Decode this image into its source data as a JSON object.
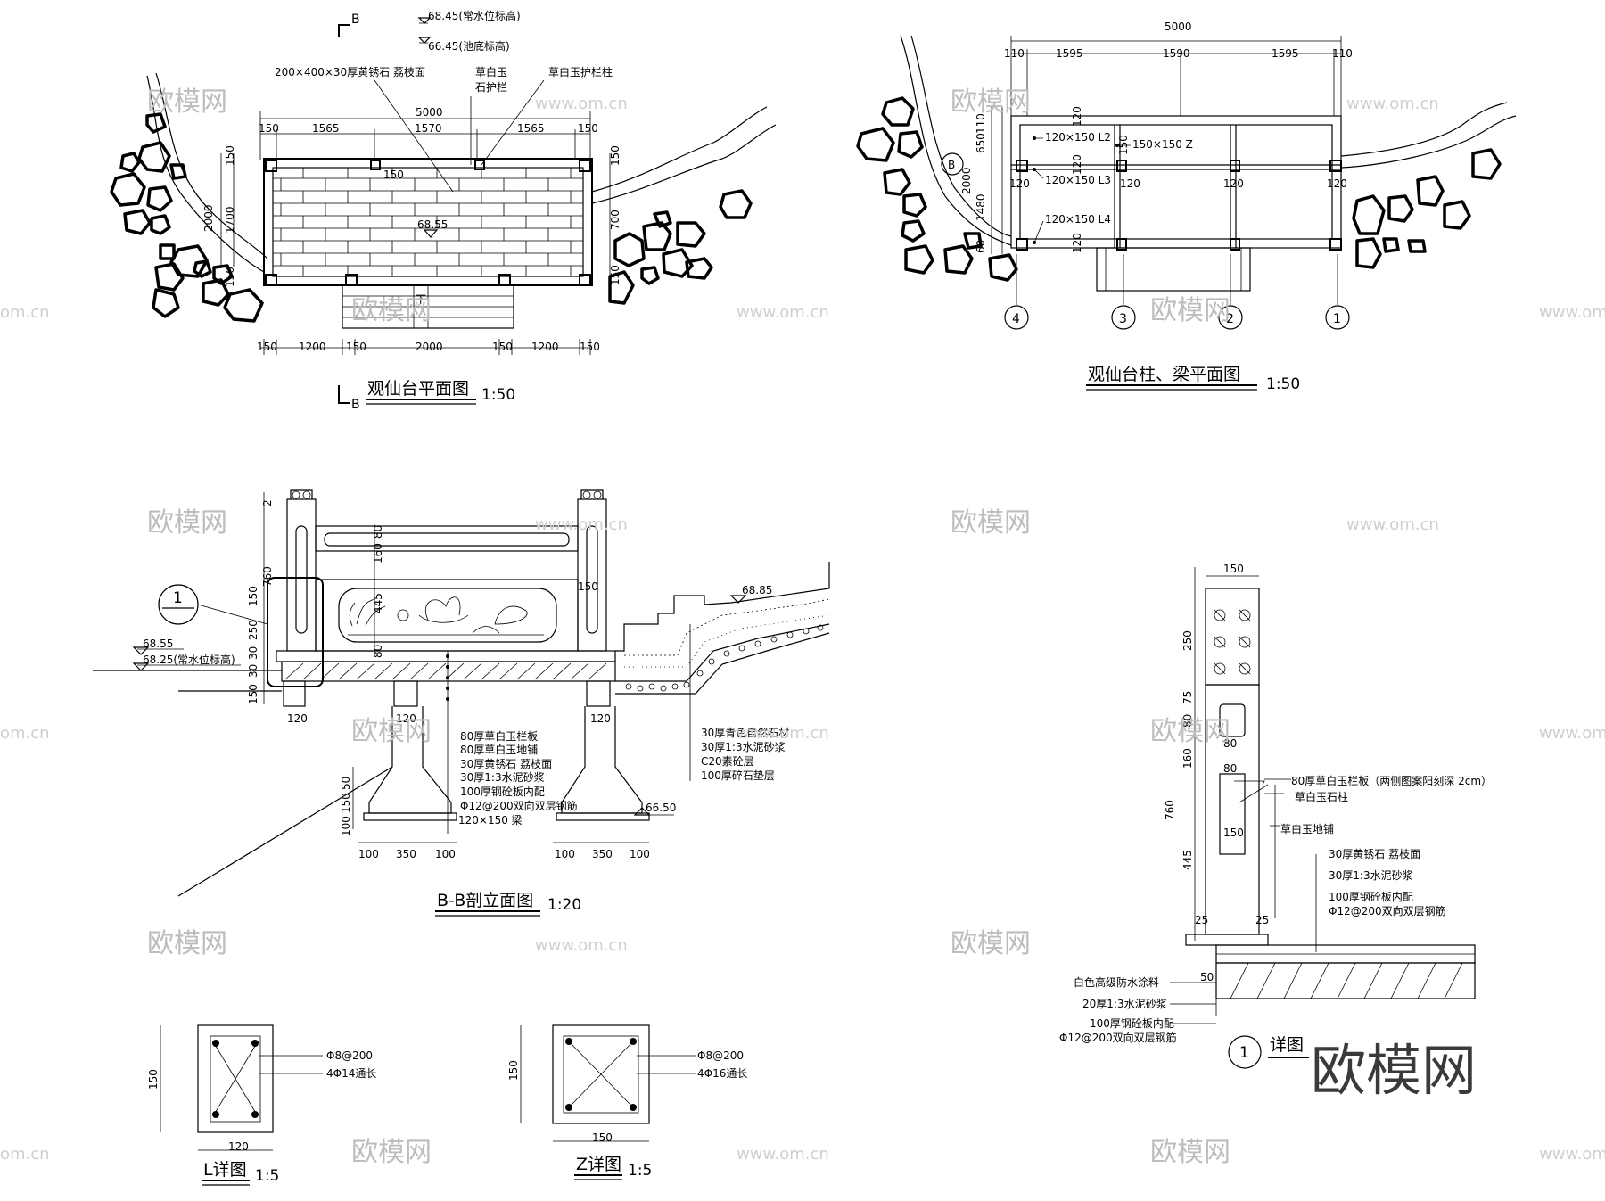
{
  "plan": {
    "title": "观仙台平面图",
    "scale": "1:50",
    "section_mark": "B",
    "elev_water": "68.45(常水位标高)",
    "elev_bottom": "66.45(池底标高)",
    "note_paving": "200×400×30厚黄锈石 荔枝面",
    "note_rail_a": "草白玉",
    "note_rail_b": "石护栏",
    "note_post": "草白玉护栏柱",
    "elev_deck": "68.55",
    "stair_text": "下",
    "dims_top": [
      "5000",
      "150",
      "1565",
      "1570",
      "1565",
      "150"
    ],
    "dims_bottom": [
      "150",
      "1200",
      "150",
      "2000",
      "150",
      "1200",
      "150"
    ],
    "dims_side": [
      "2000",
      "1700",
      "150",
      "150",
      "700",
      "150",
      "150",
      "150"
    ]
  },
  "beam_plan": {
    "title": "观仙台柱、梁平面图",
    "scale": "1:50",
    "dims_top": [
      "5000",
      "110",
      "1595",
      "1590",
      "1595",
      "110"
    ],
    "beam_l2": "120×150 L2",
    "beam_l3": "120×150 L3",
    "beam_l4": "120×150 L4",
    "column_z": "150×150 Z",
    "dims_side": [
      "110",
      "650",
      "2000",
      "1480",
      "60",
      "120",
      "120",
      "120",
      "150"
    ],
    "col_widths": [
      "120",
      "120",
      "120",
      "120"
    ],
    "axes": [
      "4",
      "3",
      "2",
      "1"
    ],
    "section_mark": "B"
  },
  "section": {
    "title": "B-B剖立面图",
    "scale": "1:20",
    "detail_ref": "1",
    "elev_deck": "68.55",
    "elev_water": "68.25(常水位标高)",
    "elev_top": "68.85",
    "elev_base": "66.50",
    "dims_left": [
      "2",
      "760",
      "150",
      "250",
      "30",
      "30",
      "150"
    ],
    "dims_rail": [
      "160",
      "80",
      "445",
      "80"
    ],
    "dim_post": "150",
    "dims_small": [
      "120",
      "120",
      "120"
    ],
    "dims_footing": [
      "100",
      "150",
      "50",
      "100",
      "350",
      "100",
      "100",
      "350",
      "100"
    ],
    "notes_left": [
      "80厚草白玉栏板",
      "80厚草白玉地铺",
      "30厚黄锈石 荔枝面",
      "30厚1:3水泥砂浆",
      "100厚钢砼板内配",
      "Φ12@200双向双层钢筋",
      "120×150 梁"
    ],
    "notes_right": [
      "30厚青色自然石材",
      "30厚1:3水泥砂浆",
      "C20素砼层",
      "100厚碎石垫层"
    ]
  },
  "detail": {
    "title": "详图",
    "ref": "1",
    "width_top": "150",
    "dims_left": [
      "250",
      "75",
      "80",
      "160",
      "760",
      "445"
    ],
    "inner_dims": [
      "80",
      "80",
      "150"
    ],
    "dims_bottom": [
      "25",
      "25",
      "50"
    ],
    "notes": [
      "80厚草白玉栏板（两侧图案阳刻深 2cm）",
      "草白玉石柱",
      "草白玉地铺",
      "30厚黄锈石 荔枝面",
      "30厚1:3水泥砂浆",
      "100厚钢砼板内配",
      "Φ12@200双向双层钢筋"
    ],
    "notes_left": [
      "白色高级防水涂料",
      "20厚1:3水泥砂浆",
      "100厚钢砼板内配",
      "Φ12@200双向双层钢筋"
    ]
  },
  "l_detail": {
    "title": "L详图",
    "scale": "1:5",
    "dim_h": "150",
    "dim_w": "120",
    "rebar_1": "Φ8@200",
    "rebar_2": "4Φ14通长"
  },
  "z_detail": {
    "title": "Z详图",
    "scale": "1:5",
    "dim_h": "150",
    "dim_w": "150",
    "rebar_1": "Φ8@200",
    "rebar_2": "4Φ16通长"
  },
  "watermark": {
    "site": "www.om.cn",
    "brand": "欧模网",
    "edge": "om.cn"
  }
}
